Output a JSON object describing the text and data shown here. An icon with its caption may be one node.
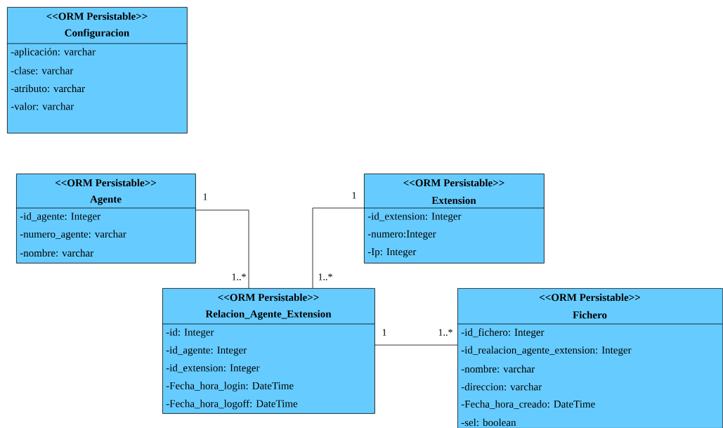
{
  "diagram": {
    "nodes": [
      {
        "text": [
          "<<ORM Persistable>>",
          "Configuracion",
          "-aplicación: varchar",
          "-clase: varchar",
          "-atributo: varchar",
          "-valor: varchar"
        ]
      },
      {
        "text": [
          "<<ORM Persistable>>",
          "Agente",
          "-id_agente: Integer",
          "-numero_agente: varchar",
          "-nombre: varchar"
        ]
      },
      {
        "text": [
          "<<ORM Persistable>>",
          "Extension",
          "-id_extension: Integer",
          "-numero:Integer",
          "-Ip: Integer"
        ]
      },
      {
        "text": [
          "<<ORM Persistable>>",
          "Relacion_Agente_Extension",
          "-id: Integer",
          "-id_agente: Integer",
          "-id_extension: Integer",
          "-Fecha_hora_login: DateTime",
          "-Fecha_hora_logoff: DateTime"
        ]
      },
      {
        "text": [
          "<<ORM Persistable>>",
          "Fichero",
          "-id_fichero: Integer",
          "-id_realacion_agente_extension: Integer",
          "-nombre: varchar",
          "-direccion: varchar",
          "-Fecha_hora_creado: DateTime",
          "-sel: boolean"
        ]
      }
    ],
    "edges": [
      {
        "from": 1,
        "to": 3,
        "arrow": "none"
      },
      {
        "from": 2,
        "to": 3,
        "arrow": "none"
      },
      {
        "from": 3,
        "to": 4,
        "arrow": "none"
      }
    ],
    "labels": [
      "1",
      "1..*",
      "1",
      "1..*",
      "1",
      "1..*"
    ]
  }
}
